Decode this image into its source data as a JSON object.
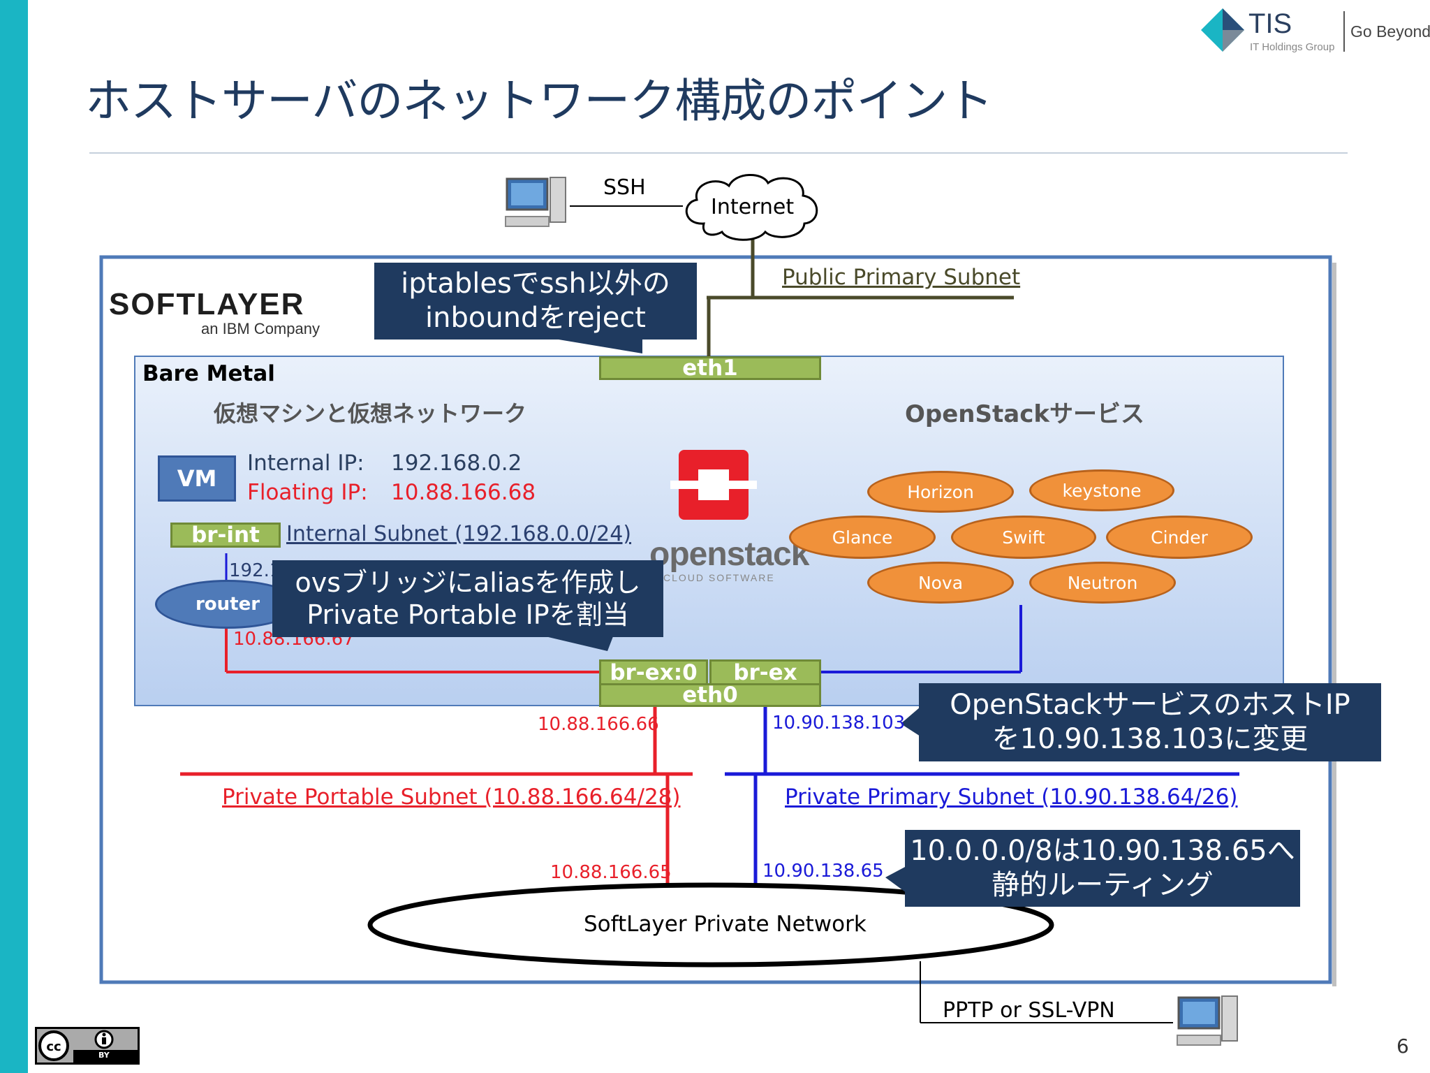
{
  "title": "ホストサーバのネットワーク構成のポイント",
  "brand": {
    "name": "TIS",
    "sub": "IT Holdings Group",
    "tagline": "Go Beyond"
  },
  "softlayer": {
    "logo": "SOFTLAYER",
    "sub": "an IBM Company"
  },
  "page_number": "6",
  "license": {
    "icon": "cc-by-icon",
    "label": "BY"
  },
  "diagram": {
    "ssh_label": "SSH",
    "internet": "Internet",
    "public_subnet": "Public Primary Subnet",
    "bare_metal": "Bare Metal",
    "vm_section": "仮想マシンと仮想ネットワーク",
    "openstack_section": "OpenStackサービス",
    "vm": "VM",
    "internal_ip_label": "Internal IP:",
    "internal_ip": "192.168.0.2",
    "floating_ip_label": "Floating IP:",
    "floating_ip": "10.88.166.68",
    "br_int": "br-int",
    "internal_subnet": "Internal Subnet (192.168.0.0/24)",
    "router": "router",
    "router_ip_top": "192.1",
    "router_ip_bottom": "10.88.166.67",
    "openstack_logo": "openstack",
    "openstack_logo_sub": "CLOUD SOFTWARE",
    "services": [
      "Horizon",
      "keystone",
      "Glance",
      "Swift",
      "Cinder",
      "Nova",
      "Neutron"
    ],
    "eth1": "eth1",
    "br_ex0": "br-ex:0",
    "br_ex": "br-ex",
    "eth0": "eth0",
    "ip_red_upper": "10.88.166.66",
    "ip_blue_upper": "10.90.138.103",
    "private_portable": "Private Portable Subnet (10.88.166.64/28)",
    "private_primary": "Private Primary Subnet (10.90.138.64/26)",
    "ip_red_lower": "10.88.166.65",
    "ip_blue_lower": "10.90.138.65",
    "private_network": "SoftLayer Private Network",
    "vpn_label": "PPTP or SSL-VPN",
    "colors": {
      "red": "#e8202a",
      "blue": "#1a1ad8",
      "olive": "#4a4a2a",
      "navy": "#1f3a5f",
      "accent": "#1ab5c4"
    }
  },
  "callouts": {
    "iptables": [
      "iptablesでssh以外の",
      "inboundをreject"
    ],
    "ovs": [
      "ovsブリッジにaliasを作成し",
      "Private Portable IPを割当"
    ],
    "openstack_ip": [
      "OpenStackサービスのホストIP",
      "を10.90.138.103に変更"
    ],
    "routing": [
      "10.0.0.0/8は10.90.138.65へ",
      "静的ルーティング"
    ]
  }
}
